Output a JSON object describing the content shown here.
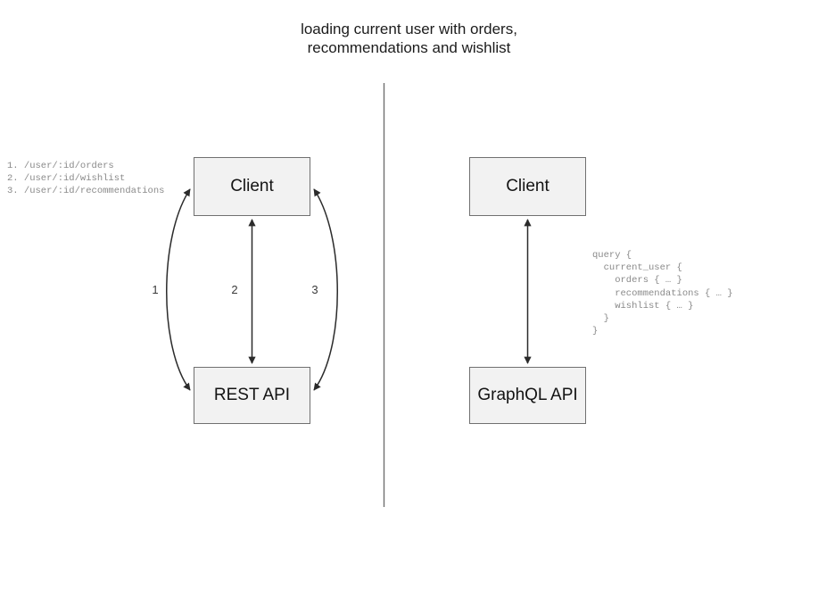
{
  "title": "loading current user with orders,\nrecommendations and wishlist",
  "colors": {
    "box_fill": "#f2f2f2",
    "box_border": "#707070",
    "edge": "#2b2b2b",
    "code_text": "#8a8a8a",
    "divider": "#707070"
  },
  "left_panel": {
    "name": "rest-approach",
    "nodes": {
      "client": "Client",
      "api": "REST API"
    },
    "edge_labels": [
      "1",
      "2",
      "3"
    ],
    "endpoints": [
      "1. /user/:id/orders",
      "2. /user/:id/wishlist",
      "3. /user/:id/recommendations"
    ],
    "endpoints_text": "1. /user/:id/orders\n2. /user/:id/wishlist\n3. /user/:id/recommendations"
  },
  "right_panel": {
    "name": "graphql-approach",
    "nodes": {
      "client": "Client",
      "api": "GraphQL API"
    },
    "query_lines": [
      "query {",
      "  current_user {",
      "    orders { … }",
      "    recommendations { … }",
      "    wishlist { … }",
      "  }",
      "}"
    ],
    "query_text": "query {\n  current_user {\n    orders { … }\n    recommendations { … }\n    wishlist { … }\n  }\n}"
  }
}
